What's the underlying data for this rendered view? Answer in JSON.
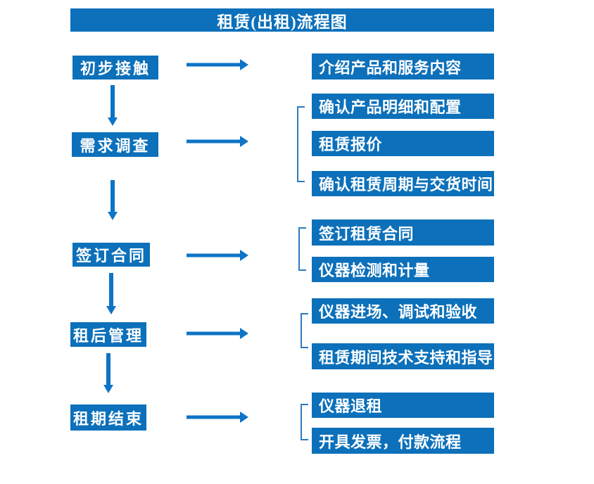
{
  "title": "租赁(出租)流程图",
  "colors": {
    "box_blue": "#0c70ba",
    "arrow_blue": "#0d74c6",
    "bracket_blue": "#2e79c2",
    "text_white": "#ffffff"
  },
  "stages": [
    {
      "label": "初步接触",
      "details": [
        "介绍产品和服务内容"
      ]
    },
    {
      "label": "需求调查",
      "details": [
        "确认产品明细和配置",
        "租赁报价",
        "确认租赁周期与交货时间"
      ]
    },
    {
      "label": "签订合同",
      "details": [
        "签订租赁合同",
        "仪器检测和计量"
      ]
    },
    {
      "label": "租后管理",
      "details": [
        "仪器进场、调试和验收",
        "租赁期间技术支持和指导"
      ]
    },
    {
      "label": "租期结束",
      "details": [
        "仪器退租",
        "开具发票，付款流程"
      ]
    }
  ]
}
